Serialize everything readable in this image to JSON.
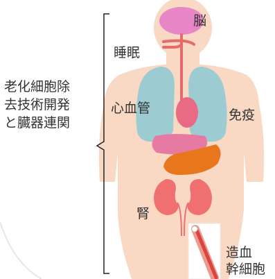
{
  "left_label": {
    "lines": [
      "老化細胞除",
      "去技術開発",
      "と臓器連関"
    ]
  },
  "organ_labels": {
    "brain": "脳",
    "sleep": "睡眠",
    "cardiovascular": "心血管",
    "immunity": "免疫",
    "kidney": "腎",
    "hematopoietic_line1": "造血",
    "hematopoietic_line2": "幹細胞"
  },
  "colors": {
    "body": "#f9d8c4",
    "brain": "#e887c8",
    "airway": "#e66a6a",
    "lungs": "#9ccbd1",
    "heart": "#e86a85",
    "liver": "#e77aa2",
    "stomach": "#e8761c",
    "kidney": "#f07072",
    "bone": "#d9463f",
    "bracket": "#222222",
    "text": "#333333"
  },
  "icons": [
    "human-body-figure",
    "brain-icon",
    "lungs-icon",
    "heart-icon",
    "liver-icon",
    "stomach-icon",
    "kidney-icon",
    "bone-marrow-icon"
  ]
}
